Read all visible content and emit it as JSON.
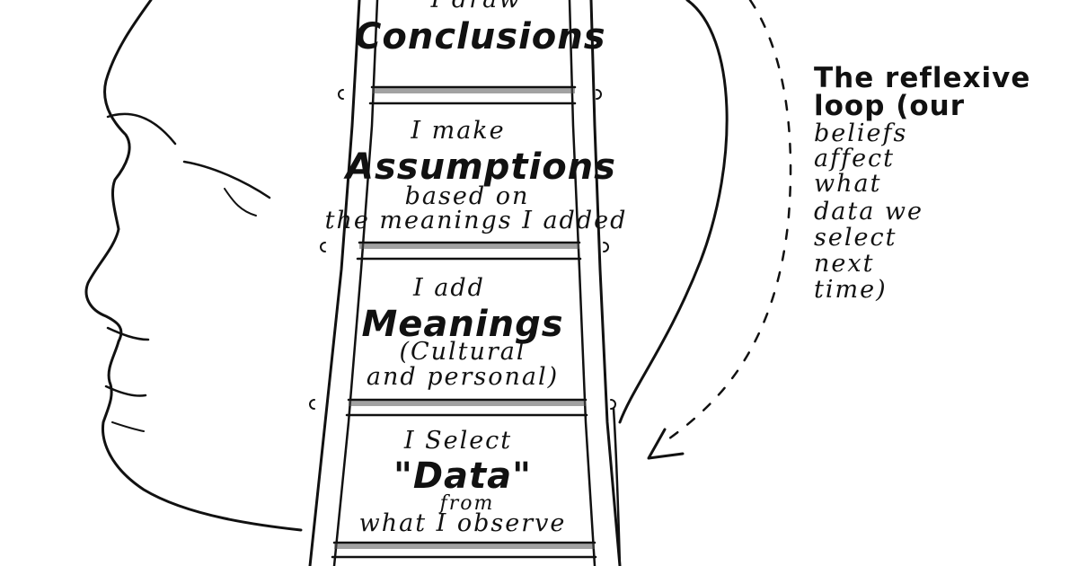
{
  "rungs": {
    "conclusions": {
      "line1": "I draw",
      "main": "Conclusions"
    },
    "assumptions": {
      "line1": "I make",
      "main": "Assumptions",
      "line3": "based on",
      "line4": "the meanings I added"
    },
    "meanings": {
      "line1": "I add",
      "main": "Meanings",
      "line3": "(Cultural",
      "line4": "and personal)"
    },
    "data": {
      "line1": "I Select",
      "main": "\"Data\"",
      "line3": "from",
      "line4": "what I observe"
    }
  },
  "reflexive_loop": {
    "lines": [
      "The reflexive",
      "loop (our",
      "beliefs",
      "affect",
      "what",
      "data we",
      "select",
      "next",
      "time)"
    ]
  }
}
